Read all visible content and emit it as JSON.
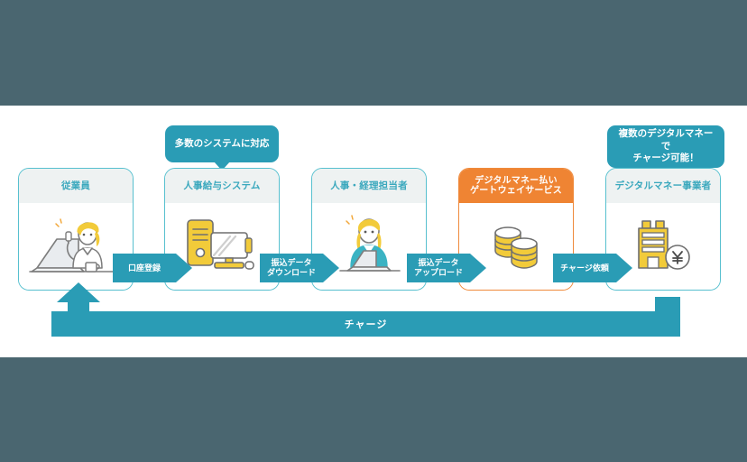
{
  "diagram": {
    "colors": {
      "letterbox": "#4a6670",
      "teal": "#2a9cb5",
      "teal_border": "#57c0cf",
      "teal_text": "#3aa8bd",
      "orange": "#ef8433",
      "yellow": "#f2cb3a",
      "header_bg": "#eef2f2",
      "page_bg": "#ffffff"
    },
    "cards": [
      {
        "id": "employee",
        "title": "従業員",
        "icon": "person-laptop-icon",
        "accent": "teal"
      },
      {
        "id": "hr-payroll",
        "title": "人事給与システム",
        "icon": "desktop-computer-icon",
        "accent": "teal"
      },
      {
        "id": "hr-accounting",
        "title": "人事・経理担当者",
        "icon": "person-laptop-icon",
        "accent": "teal"
      },
      {
        "id": "gateway",
        "title": "デジタルマネー払い\nゲートウェイサービス",
        "icon": "coin-stack-icon",
        "accent": "orange"
      },
      {
        "id": "money-operator",
        "title": "デジタルマネー事業者",
        "icon": "building-yen-icon",
        "accent": "teal"
      }
    ],
    "balloons": [
      {
        "id": "multi-system",
        "text": "多数のシステムに対応"
      },
      {
        "id": "multi-money",
        "text": "複数のデジタルマネーで\nチャージ可能！"
      }
    ],
    "flow_arrows": [
      {
        "id": "account-registration",
        "label": "口座登録"
      },
      {
        "id": "transfer-data-download",
        "label": "振込データ\nダウンロード"
      },
      {
        "id": "transfer-data-upload",
        "label": "振込データ\nアップロード"
      },
      {
        "id": "charge-request",
        "label": "チャージ依頼"
      }
    ],
    "charge_return": {
      "id": "charge-return",
      "label": "チャージ"
    }
  }
}
